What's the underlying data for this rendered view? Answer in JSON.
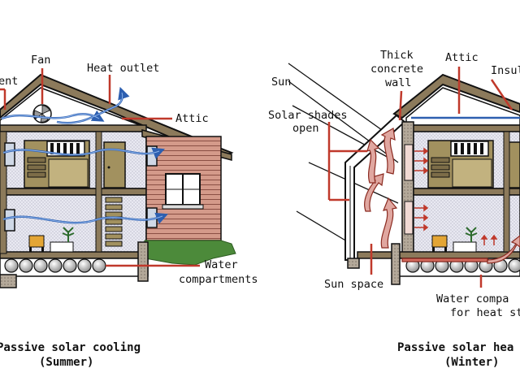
{
  "summer": {
    "labels": {
      "vent_partial": "ent",
      "fan": "Fan",
      "heat_outlet": "Heat outlet",
      "attic": "Attic",
      "water_line1": "Water",
      "water_line2": "compartments"
    },
    "caption_line1": "Passive solar cooling",
    "caption_line2": "(Summer)"
  },
  "winter": {
    "labels": {
      "sun": "Sun",
      "shades_line1": "Solar shades",
      "shades_line2": "open",
      "thick_line1": "Thick",
      "thick_line2": "concrete",
      "thick_line3": "wall",
      "attic": "Attic",
      "insul_partial": "Insul",
      "sun_space": "Sun space",
      "water_line1": "Water compa",
      "water_line2": "for heat sto"
    },
    "caption_line1": "Passive solar hea",
    "caption_line2": "(Winter)"
  },
  "colors": {
    "outline": "#111111",
    "leader": "#c0392b",
    "air_arrow": "#5b8fd6",
    "heat_arrow": "#c0392b",
    "wood": "#8c7a5b",
    "siding": "#c98b7b",
    "floor_fill": "#d9d9e6",
    "grass": "#4c8a3a",
    "water_tank": "#c8c8c8"
  }
}
